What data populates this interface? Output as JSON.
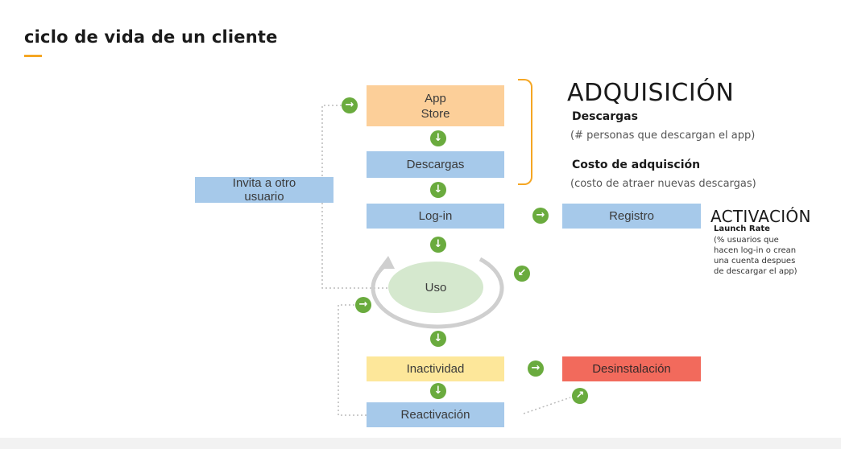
{
  "title": "ciclo de vida de un cliente",
  "boxes": {
    "app_store": "App\nStore",
    "descargas": "Descargas",
    "log_in": "Log-in",
    "registro": "Registro",
    "uso": "Uso",
    "invita": "Invita a otro\nusuario",
    "inactividad": "Inactividad",
    "reactivacion": "Reactivación",
    "desinstalacion": "Desinstalación"
  },
  "adquisicion": {
    "heading": "ADQUISICIÓN",
    "metric1_name": "Descargas",
    "metric1_desc": "(# personas que descargan el app)",
    "metric2_name": "Costo de adquisción",
    "metric2_desc": "(costo de atraer nuevas descargas)"
  },
  "activacion": {
    "heading": "ACTIVACIÓN",
    "metric_name": "Launch Rate",
    "metric_desc": "(% usuarios que\nhacen log-in o crean\nuna cuenta despues\nde descargar el app)"
  },
  "colors": {
    "blue": "#a6c9ea",
    "orange": "#fccf99",
    "yellow": "#fde79a",
    "red": "#f26a5c",
    "green_arrow": "#6aab3e",
    "accent": "#f5a623"
  },
  "icons": {
    "arrow_down": "↓",
    "arrow_right": "→",
    "arrow_up_right": "↗",
    "arrow_down_left": "↙"
  }
}
